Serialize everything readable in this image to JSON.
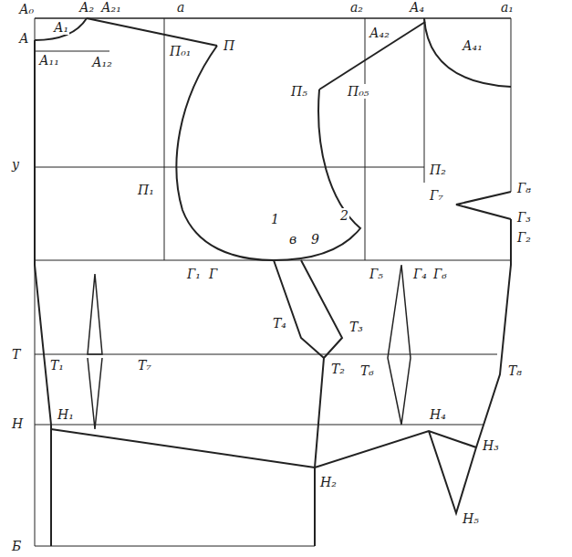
{
  "diagram": {
    "labels": [
      "А₀",
      "А",
      "А₂",
      "А₂₁",
      "А₁",
      "а",
      "а₂",
      "А₄",
      "а₁",
      "П₀₁",
      "П",
      "А₁₁",
      "А₁₂",
      "А₄₂",
      "А₄₁",
      "П₀₅",
      "П₅",
      "у",
      "П₁",
      "П₂",
      "Г₈",
      "Г₇",
      "Г₃",
      "Г₂",
      "1",
      "в",
      "9",
      "2",
      "Г₁",
      "Г",
      "Г₅",
      "Г₄",
      "Г₆",
      "Т₄",
      "Т₃",
      "Т",
      "Т₁",
      "Т₇",
      "Т₂",
      "Т₆",
      "Т₈",
      "Н",
      "Н₁",
      "Н₂",
      "Н₄",
      "Н₃",
      "Н₅",
      "Б"
    ]
  }
}
